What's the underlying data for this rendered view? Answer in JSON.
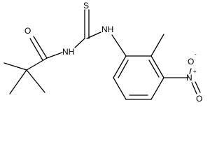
{
  "structure": {
    "atom_labels": {
      "oxygen_carbonyl": "O",
      "sulfur": "S",
      "nitrogen_amide": "NH",
      "nitrogen_aryl": "NH",
      "nitro_nitrogen": "N",
      "nitro_nitrogen_charge": "+",
      "nitro_oxygen_single": "O",
      "nitro_oxygen_single_charge": "-",
      "nitro_oxygen_double": "O"
    }
  }
}
